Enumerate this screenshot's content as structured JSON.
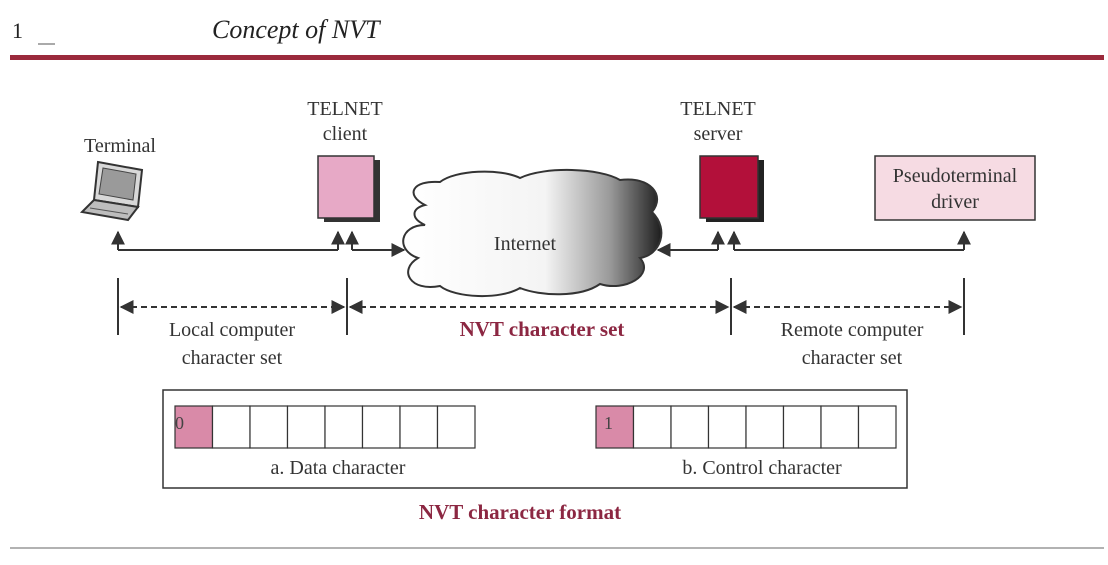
{
  "header": {
    "page_marker": "1",
    "title": "Concept of NVT"
  },
  "labels": {
    "terminal": "Terminal",
    "client_line1": "TELNET",
    "client_line2": "client",
    "server_line1": "TELNET",
    "server_line2": "server",
    "pseudo_line1": "Pseudoterminal",
    "pseudo_line2": "driver",
    "internet": "Internet",
    "local_line1": "Local  computer",
    "local_line2": "character set",
    "nvt_set": "NVT character set",
    "remote_line1": "Remote computer",
    "remote_line2": "character set",
    "data_bit": "0",
    "control_bit": "1",
    "data_caption": "a. Data character",
    "control_caption": "b. Control character",
    "format_title": "NVT character format"
  },
  "colors": {
    "accent": "#8c2742",
    "rule": "#9b2a3c",
    "client_box": "#e7a9c6",
    "server_box": "#b3103a",
    "pseudo_box": "#f6dbe3",
    "bit_fill": "#d98aa8"
  }
}
